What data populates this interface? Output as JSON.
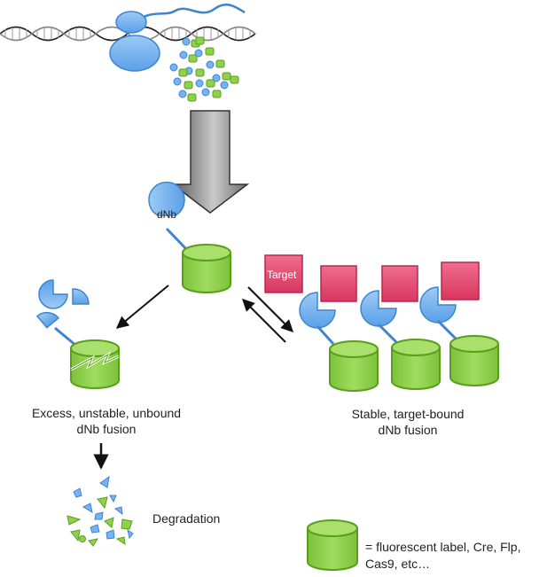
{
  "labels": {
    "dnb": "dNb",
    "target": "Target",
    "unstable_line1": "Excess, unstable, unbound",
    "unstable_line2": "dNb fusion",
    "stable_line1": "Stable, target-bound",
    "stable_line2": "dNb fusion",
    "degradation": "Degradation",
    "legend_line1": "= fluorescent label, Cre, Flp,",
    "legend_line2": "Cas9, etc…"
  },
  "colors": {
    "green_fill": "#8fd14f",
    "green_stroke": "#5a9e1c",
    "blue_fill": "#74b4f0",
    "blue_stroke": "#3f84cf",
    "target_fill": "#e8547a",
    "target_stroke": "#b5294f",
    "arrow_gray": "#8a8a8a"
  }
}
